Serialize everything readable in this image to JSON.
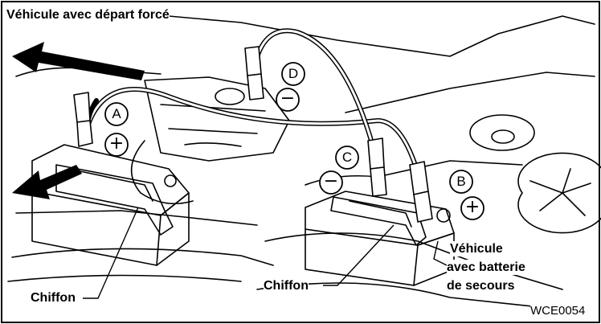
{
  "labels": {
    "assisted_vehicle": "Véhicule avec départ forcé",
    "rag_left": "Chiffon",
    "rag_right": "Chiffon",
    "booster_vehicle_line1": "Véhicule",
    "booster_vehicle_line2": "avec batterie",
    "booster_vehicle_line3": "de secours",
    "figure_code": "WCE0054"
  },
  "markers": {
    "A": "A",
    "B": "B",
    "C": "C",
    "D": "D"
  },
  "polarity": {
    "plus": "+",
    "minus": "−"
  }
}
